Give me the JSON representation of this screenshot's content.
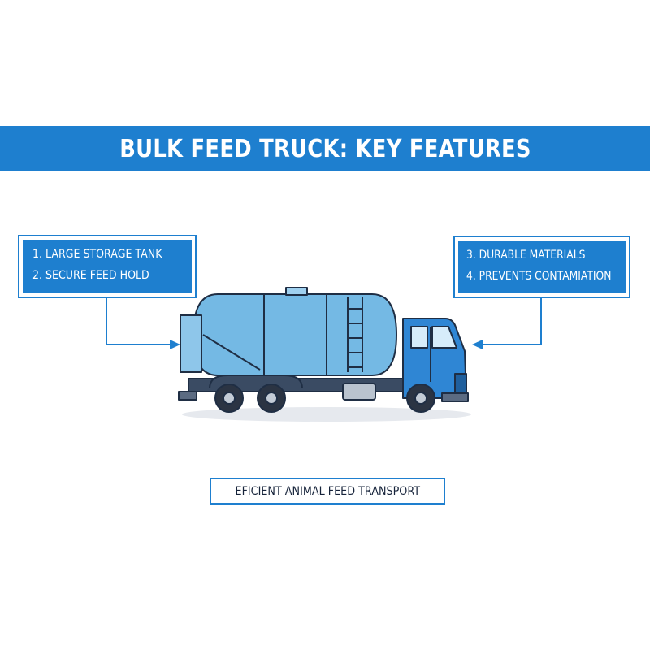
{
  "title": "BULK FEED TRUCK: KEY FEATURES",
  "left_callout": {
    "items": [
      "1. LARGE STORAGE TANK",
      "2. SECURE FEED HOLD"
    ]
  },
  "right_callout": {
    "items": [
      "3. DURABLE MATERIALS",
      "4. PREVENTS CONTAMIATION"
    ]
  },
  "bottom_label": "EFICIENT ANIMAL FEED TRANSPORT",
  "colors": {
    "accent_blue": "#1e7fcf",
    "tank_blue": "#74b9e4",
    "cab_blue": "#2f86d4",
    "outline": "#1f2e44",
    "background": "#ffffff"
  },
  "icons": [
    "truck-illustration",
    "arrow-right-icon",
    "arrow-left-icon"
  ]
}
